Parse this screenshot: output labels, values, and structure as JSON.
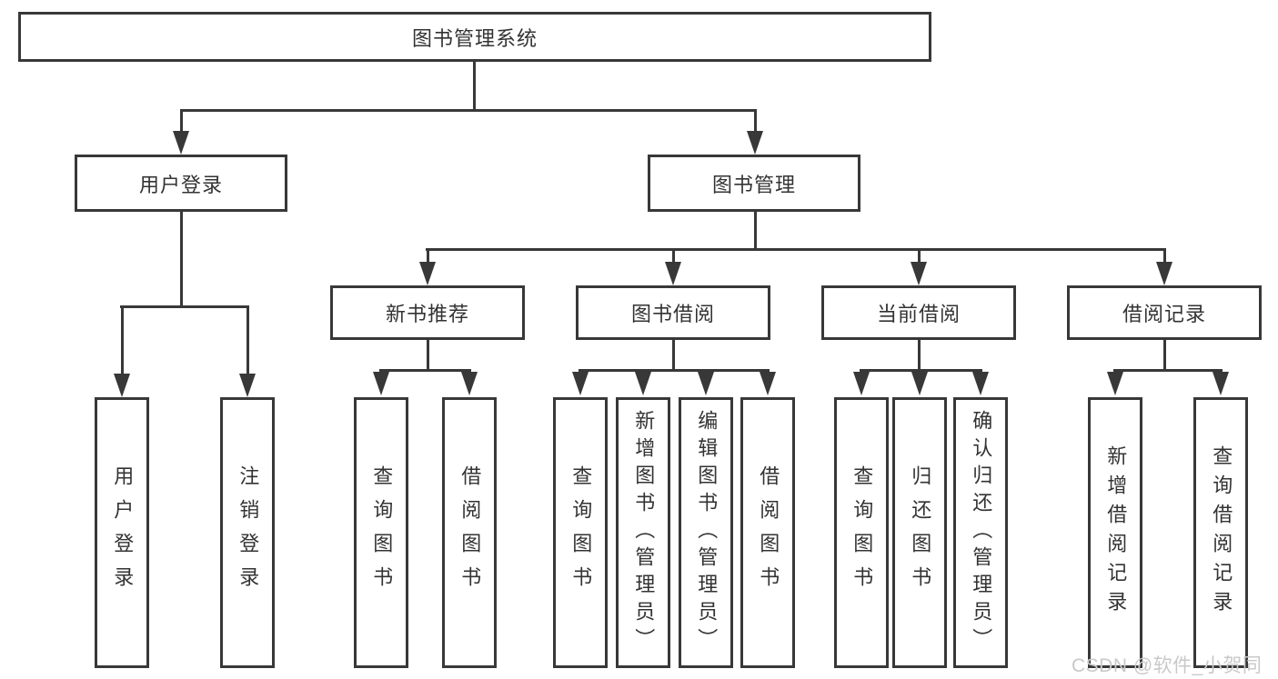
{
  "diagram": {
    "root": "图书管理系统",
    "level2": [
      "用户登录",
      "图书管理"
    ],
    "level3": [
      "新书推荐",
      "图书借阅",
      "当前借阅",
      "借阅记录"
    ],
    "leaves": {
      "user_login": [
        "用户登录",
        "注销登录"
      ],
      "new_book_recommend": [
        "查询图书",
        "借阅图书"
      ],
      "book_borrow": [
        "查询图书",
        "新增图书（管理员）",
        "编辑图书（管理员）",
        "借阅图书"
      ],
      "current_borrow": [
        "查询图书",
        "归还图书",
        "确认归还（管理员）"
      ],
      "borrow_record": [
        "新增借阅记录",
        "查询借阅记录"
      ]
    }
  },
  "watermark": "CSDN @软件_小贺同学",
  "colors": {
    "line": "#383838",
    "text": "#333333",
    "background": "#ffffff",
    "watermark": "#c9c9c9"
  }
}
